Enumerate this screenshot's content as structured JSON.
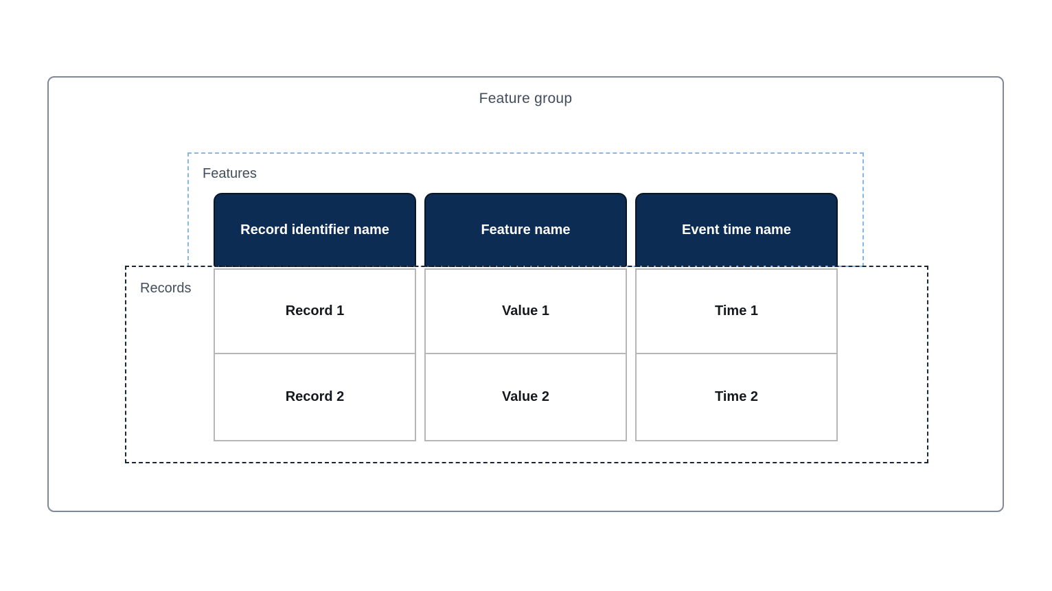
{
  "title": "Feature group",
  "features": {
    "label": "Features"
  },
  "records": {
    "label": "Records"
  },
  "table": {
    "columns": [
      {
        "header": "Record identifier name",
        "cells": [
          "Record 1",
          "Record 2"
        ]
      },
      {
        "header": "Feature name",
        "cells": [
          "Value 1",
          "Value 2"
        ]
      },
      {
        "header": "Event time name",
        "cells": [
          "Time 1",
          "Time 2"
        ]
      }
    ]
  },
  "colors": {
    "header_bg": "#0d2c54",
    "header_text": "#ffffff",
    "features_border": "#85b7ea",
    "records_border": "#1a2433",
    "outer_border": "#7f8897",
    "cell_border": "#b6b6b6",
    "label_text": "#414d5c"
  }
}
